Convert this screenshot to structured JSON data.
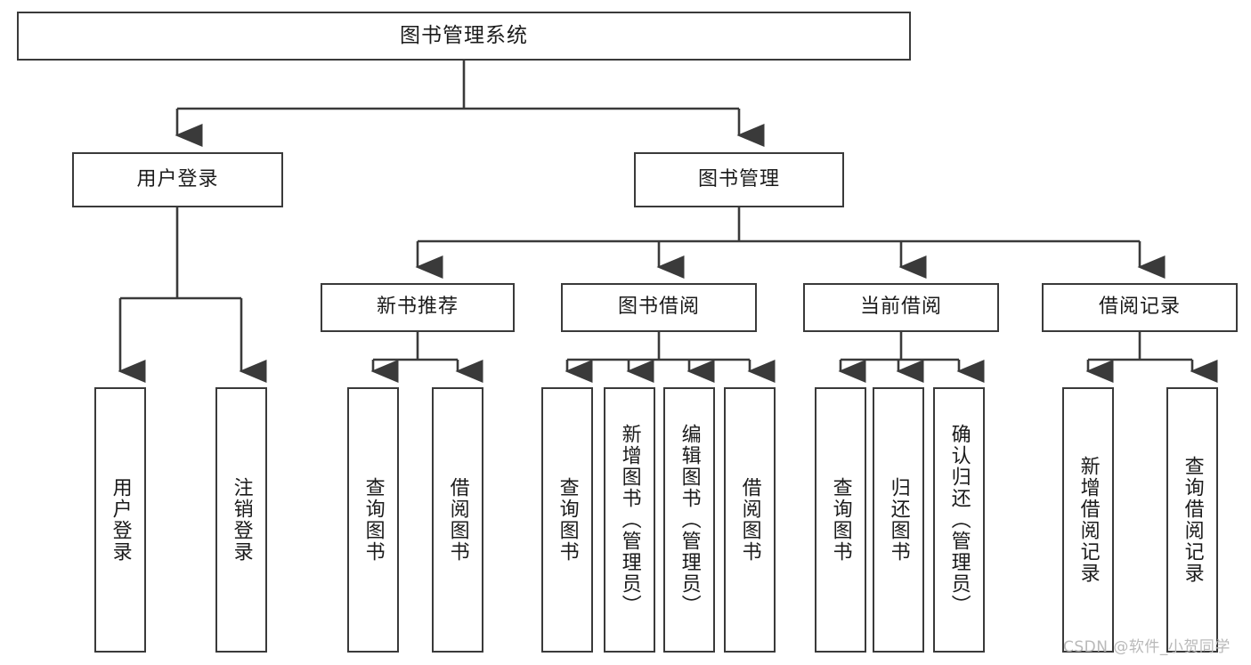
{
  "diagram": {
    "title": "图书管理系统",
    "type": "hierarchy-tree",
    "background": "#ffffff",
    "line_color": "#3a3a3a",
    "text_color": "#1b1b1b",
    "root": {
      "label": "图书管理系统"
    },
    "level1": [
      {
        "label": "用户登录"
      },
      {
        "label": "图书管理"
      }
    ],
    "level2": [
      {
        "label": "新书推荐"
      },
      {
        "label": "图书借阅"
      },
      {
        "label": "当前借阅"
      },
      {
        "label": "借阅记录"
      }
    ],
    "leaves": [
      {
        "label": "用户登录",
        "parent": "用户登录"
      },
      {
        "label": "注销登录",
        "parent": "用户登录"
      },
      {
        "label": "查询图书",
        "parent": "新书推荐"
      },
      {
        "label": "借阅图书",
        "parent": "新书推荐"
      },
      {
        "label": "查询图书",
        "parent": "图书借阅"
      },
      {
        "label": "新增图书（管理员）",
        "parent": "图书借阅"
      },
      {
        "label": "编辑图书（管理员）",
        "parent": "图书借阅"
      },
      {
        "label": "借阅图书",
        "parent": "图书借阅"
      },
      {
        "label": "查询图书",
        "parent": "当前借阅"
      },
      {
        "label": "归还图书",
        "parent": "当前借阅"
      },
      {
        "label": "确认归还（管理员）",
        "parent": "当前借阅"
      },
      {
        "label": "新增借阅记录",
        "parent": "借阅记录"
      },
      {
        "label": "查询借阅记录",
        "parent": "借阅记录"
      }
    ]
  },
  "watermark": {
    "text": "CSDN @软件_小贺同学"
  }
}
